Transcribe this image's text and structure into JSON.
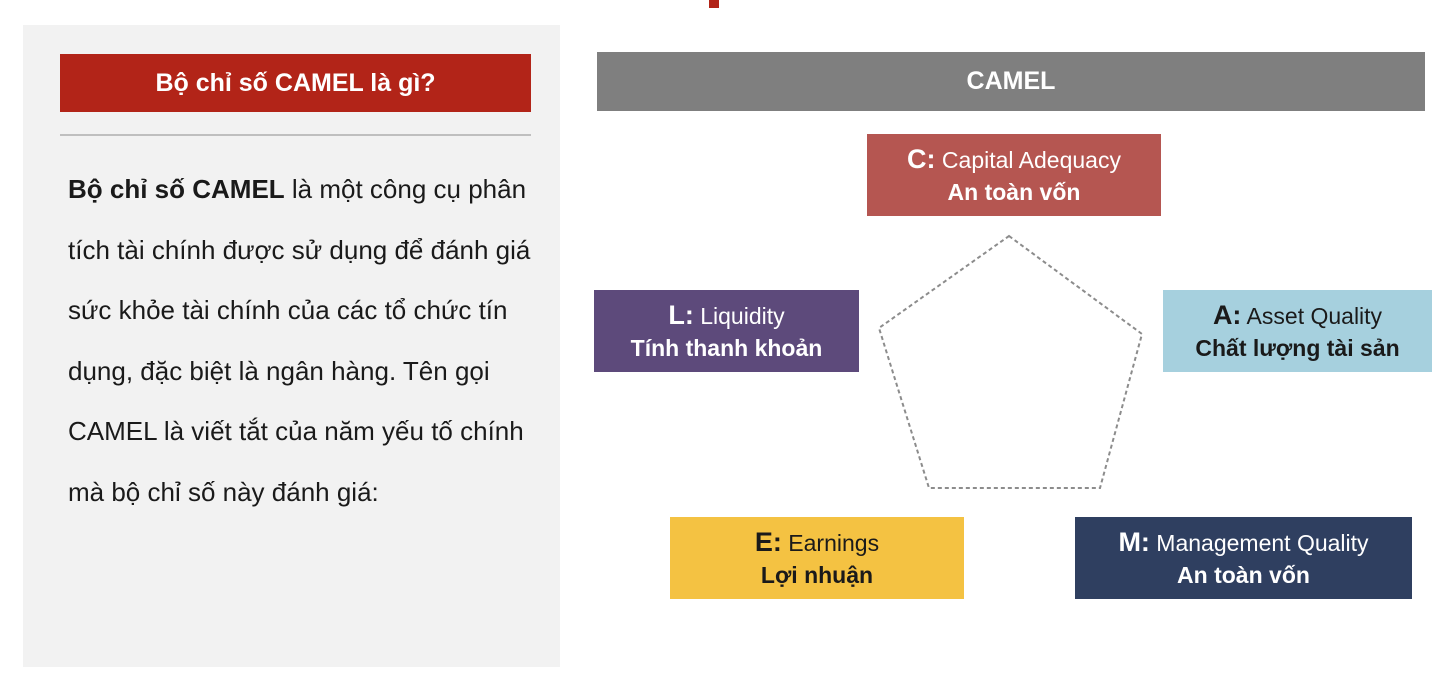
{
  "left": {
    "title": "Bộ chỉ số CAMEL là gì?",
    "desc_bold": "Bộ chỉ số CAMEL",
    "desc_rest": " là một công cụ phân tích tài chính được sử dụng để đánh giá sức khỏe tài chính của các tổ chức tín dụng, đặc biệt là ngân hàng. Tên gọi CAMEL là viết tắt của năm yếu tố chính mà bộ chỉ số này đánh giá:"
  },
  "diagram": {
    "header": "CAMEL",
    "factors": {
      "c": {
        "letter": "C:",
        "en": " Capital Adequacy",
        "vn": "An toàn vốn"
      },
      "a": {
        "letter": "A:",
        "en": " Asset Quality",
        "vn": "Chất lượng tài sản"
      },
      "m": {
        "letter": "M:",
        "en": " Management Quality",
        "vn": "An toàn vốn"
      },
      "e": {
        "letter": "E:",
        "en": " Earnings",
        "vn": "Lợi nhuận"
      },
      "l": {
        "letter": "L:",
        "en": " Liquidity",
        "vn": "Tính thanh khoản"
      }
    }
  },
  "colors": {
    "accent_red": "#b22418",
    "header_gray": "#7f7f7f",
    "c": "#b55651",
    "a": "#a6d0de",
    "m": "#2f3f60",
    "e": "#f4c242",
    "l": "#5d4a7b"
  }
}
